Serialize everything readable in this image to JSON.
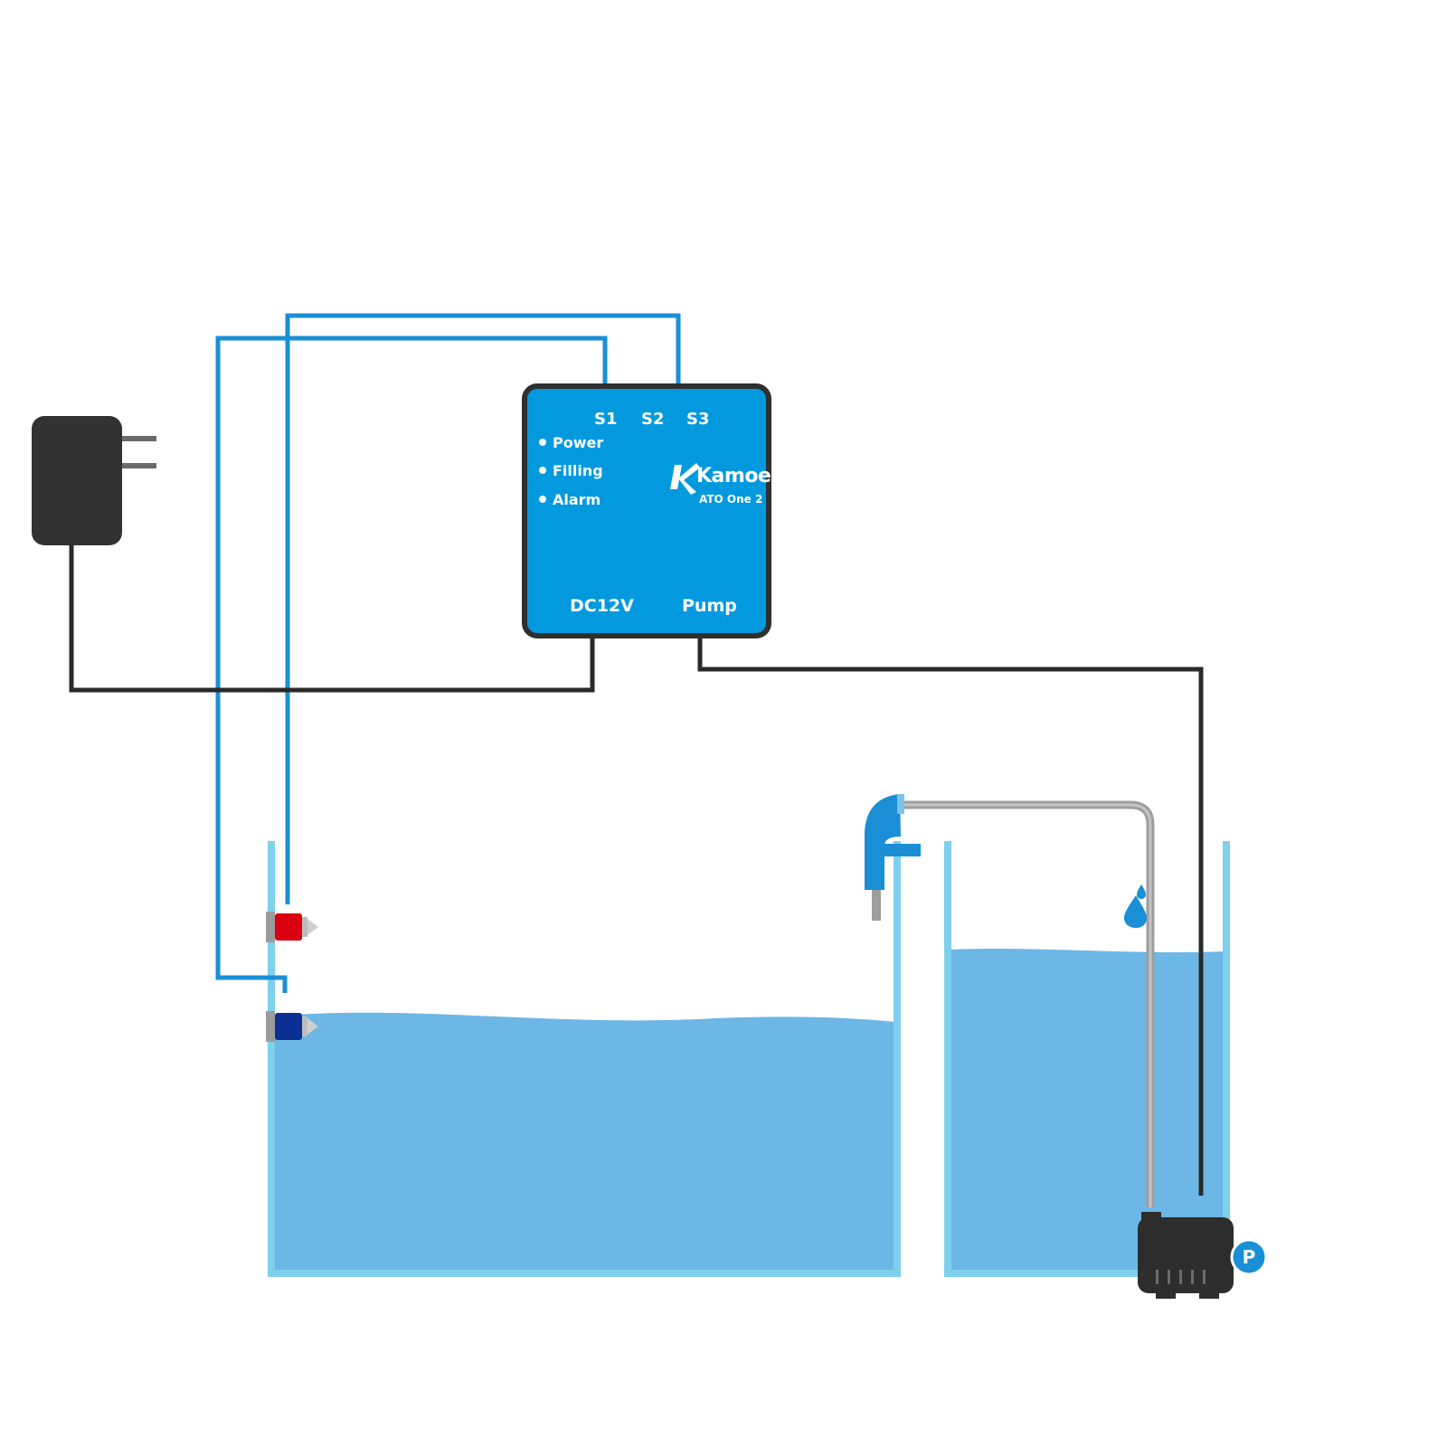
{
  "controller": {
    "ports": {
      "s1": "S1",
      "s2": "S2",
      "s3": "S3"
    },
    "indicators": {
      "power": "Power",
      "filling": "Filling",
      "alarm": "Alarm"
    },
    "brand": "Kamoer",
    "model": "ATO One 2",
    "connectors": {
      "dc": "DC12V",
      "pump": "Pump"
    }
  },
  "pump": {
    "badge": "P"
  },
  "colors": {
    "controller_body": "#0399de",
    "controller_border": "#2f2f2f",
    "sensor_wire": "#1a8fd6",
    "power_wire": "#2a2a2a",
    "water": "#6cb7e6",
    "tank_wall": "#7ed0ec",
    "high_sensor": "#d9000f",
    "low_sensor": "#0c2f93",
    "adapter": "#323232",
    "hose": "#9e9e9e",
    "nozzle": "#1a8fd6"
  },
  "icons": [
    "power-adapter-icon",
    "water-drop-icon",
    "pump-icon",
    "elbow-nozzle-icon"
  ]
}
